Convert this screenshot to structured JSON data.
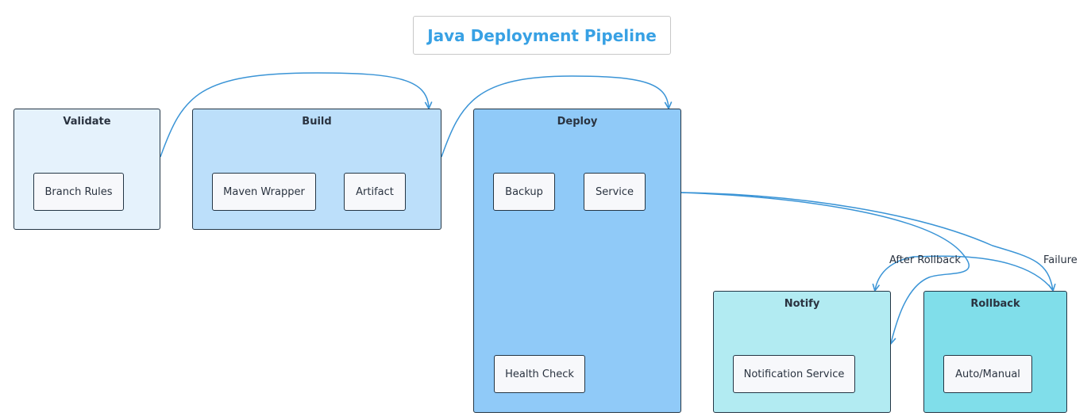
{
  "title": "Java Deployment Pipeline",
  "colors": {
    "title": "#38a1e4",
    "validate": "#e5f2fc",
    "build": "#bcdffa",
    "deploy": "#90caf8",
    "notify": "#b2ebf2",
    "rollback": "#80deea",
    "edge": "#3a94d6",
    "border": "#243645"
  },
  "groups": {
    "validate": {
      "label": "Validate",
      "nodes": {
        "branch_rules": "Branch Rules"
      }
    },
    "build": {
      "label": "Build",
      "nodes": {
        "maven_wrapper": "Maven Wrapper",
        "artifact": "Artifact"
      }
    },
    "deploy": {
      "label": "Deploy",
      "nodes": {
        "backup": "Backup",
        "service": "Service",
        "health_check": "Health Check"
      }
    },
    "notify": {
      "label": "Notify",
      "nodes": {
        "notification_service": "Notification Service"
      }
    },
    "rollback": {
      "label": "Rollback",
      "nodes": {
        "auto_manual": "Auto/Manual"
      }
    }
  },
  "edges": [
    {
      "from": "Validate",
      "to": "Build",
      "label": ""
    },
    {
      "from": "Build",
      "to": "Deploy",
      "label": ""
    },
    {
      "from": "Deploy",
      "to": "Notify",
      "label": ""
    },
    {
      "from": "Deploy",
      "to": "Rollback",
      "label": "Failure"
    },
    {
      "from": "Rollback",
      "to": "Notify",
      "label": "After Rollback"
    }
  ]
}
